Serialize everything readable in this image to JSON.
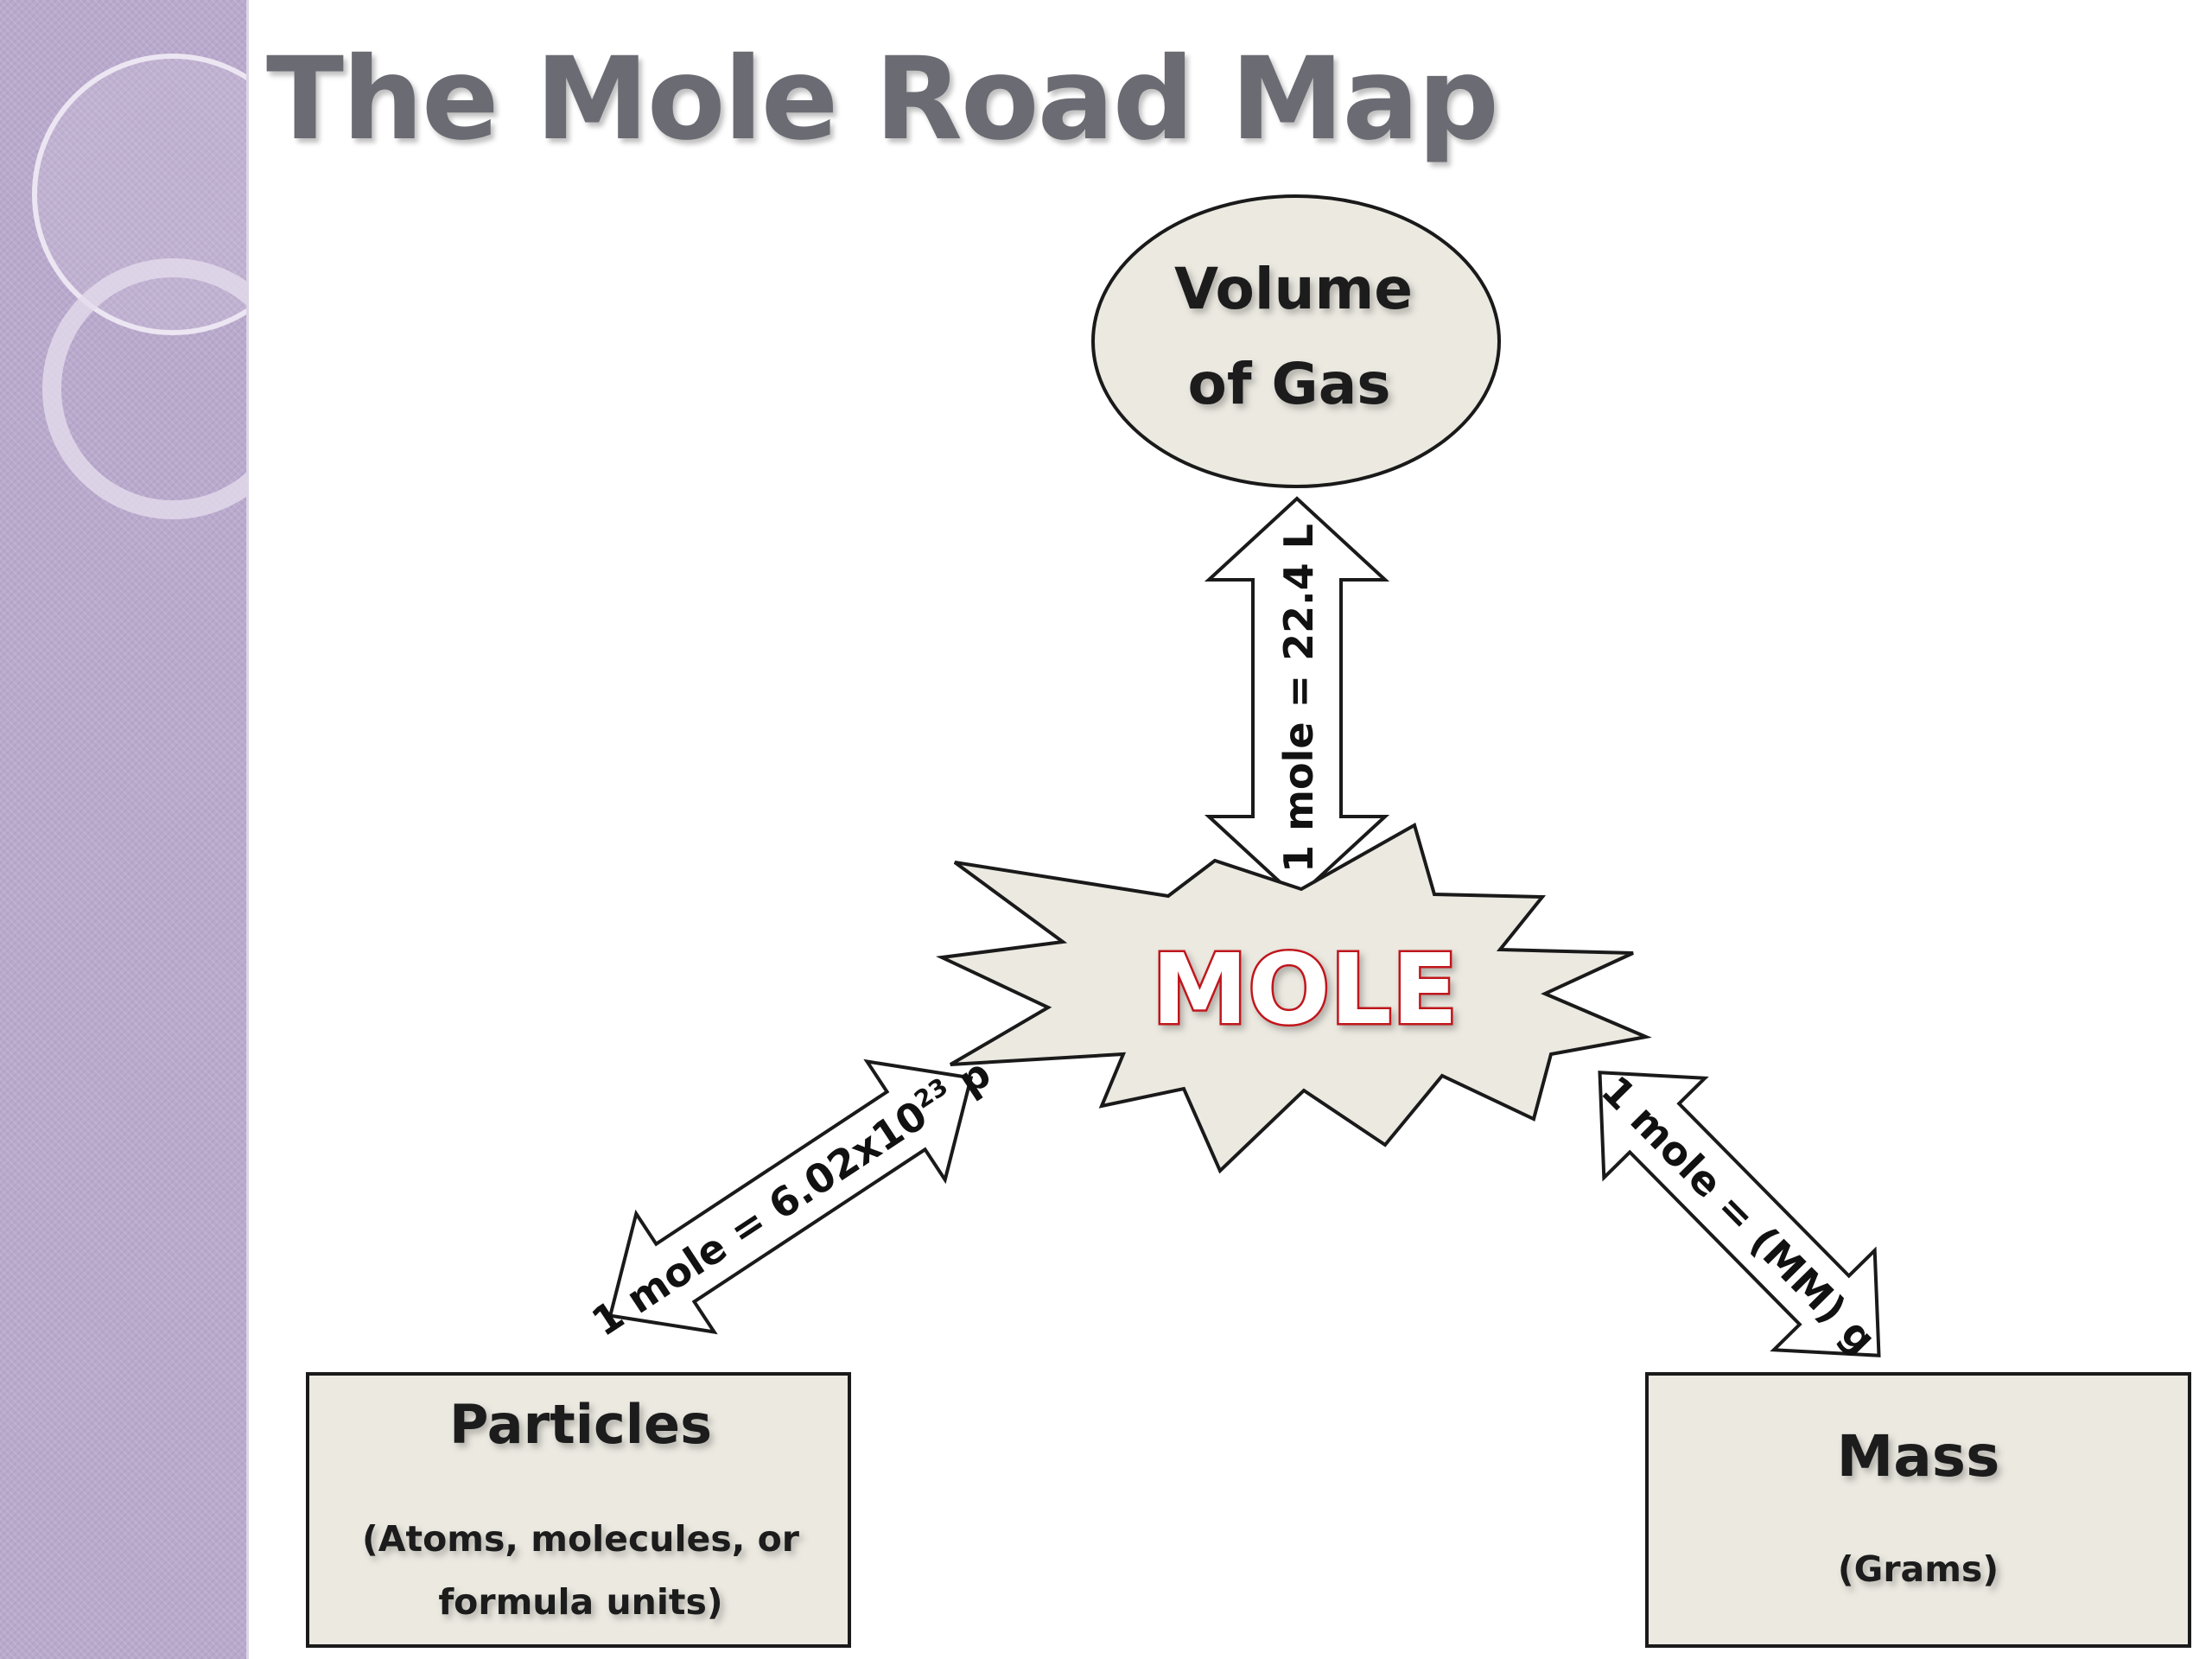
{
  "slide": {
    "title": "The Mole Road Map"
  },
  "nodes": {
    "volume": {
      "line1": "Volume",
      "line2": "of Gas"
    },
    "mole": {
      "label": "MOLE"
    },
    "particles": {
      "title": "Particles",
      "sub_line1": "(Atoms, molecules, or",
      "sub_line2": "formula units)"
    },
    "mass": {
      "title": "Mass",
      "sub": "(Grams)"
    }
  },
  "conversions": {
    "volume": {
      "label": "1 mole = 22.4 L"
    },
    "particles": {
      "prefix": "1 mole = 6.02x10",
      "exponent": "23",
      "suffix": " p"
    },
    "mass": {
      "label": "1 mole = (MM) g"
    }
  },
  "colors": {
    "sidebar": "#b9a9cc",
    "title": "#6b6b73",
    "node_fill": "#ebe9e0",
    "mole_outline": "#c0141c"
  }
}
